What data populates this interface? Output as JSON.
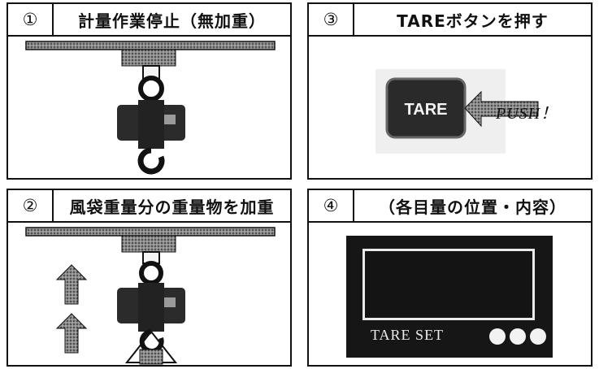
{
  "panels": [
    {
      "number": "①",
      "title": "計量作業停止（無加重）"
    },
    {
      "number": "②",
      "title": "風袋重量分の重量物を加重"
    },
    {
      "number": "③",
      "title": "TAREボタンを押す",
      "button_label": "TARE",
      "push_label": "PUSH！"
    },
    {
      "number": "④",
      "title": "（各目量の位置・内容）",
      "display_label": "TARE SET"
    }
  ],
  "colors": {
    "ink": "#111111",
    "display_background": "#161616",
    "indicator": "#f2f2f2"
  }
}
